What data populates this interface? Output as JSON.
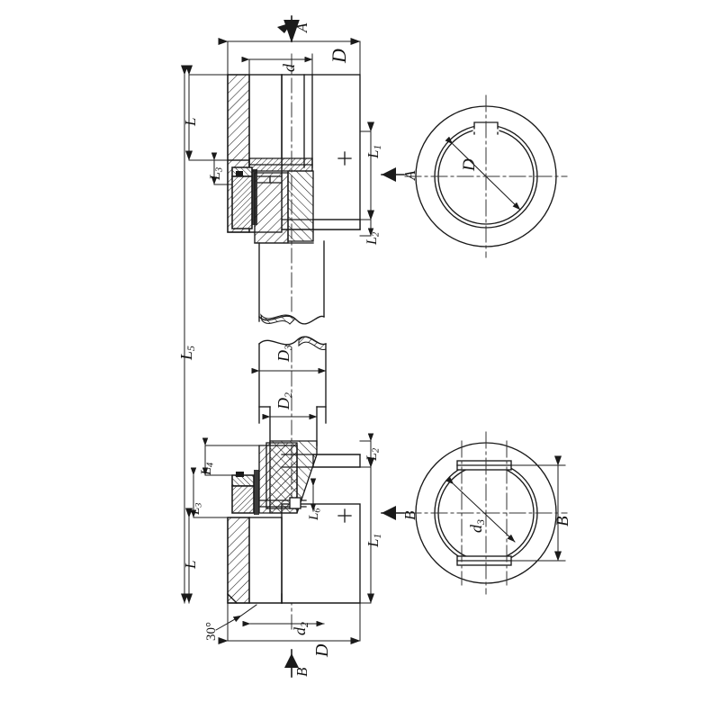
{
  "drawing": {
    "title": "Shaft coupling assembly cross-section drawing",
    "line_color": "#1a1a1a",
    "hatch_color": "#1a1a1a",
    "centerline_color": "#333333",
    "background": "#ffffff"
  },
  "section_marks": {
    "top_arrow_label": "A",
    "right_arrow_label": "A",
    "bottom_arrow_label": "B",
    "left_arrow_label": "B"
  },
  "dimensions": {
    "top": [
      {
        "id": "dim-D-top",
        "label": "D",
        "base": "D",
        "sub": ""
      },
      {
        "id": "dim-d-top",
        "label": "d",
        "base": "d",
        "sub": ""
      }
    ],
    "left_upper": [
      {
        "id": "dim-L-upper",
        "label": "L",
        "base": "L",
        "sub": ""
      },
      {
        "id": "dim-L3-upper",
        "label": "L3",
        "base": "L",
        "sub": "3"
      }
    ],
    "right_upper": [
      {
        "id": "dim-L1-upper",
        "label": "L1",
        "base": "L",
        "sub": "1"
      },
      {
        "id": "dim-L2-upper",
        "label": "L2",
        "base": "L",
        "sub": "2"
      }
    ],
    "left_overall": [
      {
        "id": "dim-L5",
        "label": "L5",
        "base": "L",
        "sub": "5"
      }
    ],
    "middle": [
      {
        "id": "dim-D3",
        "label": "D3",
        "base": "D",
        "sub": "3"
      },
      {
        "id": "dim-D2",
        "label": "D2",
        "base": "D",
        "sub": "2"
      }
    ],
    "left_lower": [
      {
        "id": "dim-L4-lower",
        "label": "L4",
        "base": "L",
        "sub": "4"
      },
      {
        "id": "dim-L3-lower",
        "label": "L3",
        "base": "L",
        "sub": "3"
      },
      {
        "id": "dim-L-lower",
        "label": "L",
        "base": "L",
        "sub": ""
      }
    ],
    "right_lower": [
      {
        "id": "dim-L2-lower",
        "label": "L2",
        "base": "L",
        "sub": "2"
      },
      {
        "id": "dim-L1-lower",
        "label": "L1",
        "base": "L",
        "sub": "1"
      }
    ],
    "inner_lower": [
      {
        "id": "dim-L6",
        "label": "L6",
        "base": "L",
        "sub": "6"
      }
    ],
    "bottom": [
      {
        "id": "dim-angle-30",
        "label": "30°",
        "base": "30°",
        "sub": ""
      },
      {
        "id": "dim-d2-bottom",
        "label": "d2",
        "base": "d",
        "sub": "2"
      },
      {
        "id": "dim-D-bottom",
        "label": "D",
        "base": "D",
        "sub": ""
      }
    ]
  },
  "end_views": {
    "upper": {
      "name": "section-A-A",
      "label": "A",
      "diameter_label": "D",
      "diameter_base": "D",
      "diameter_sub": "",
      "keyways": 1
    },
    "lower": {
      "name": "section-B-B",
      "label": "B",
      "diameter_label": "d3",
      "diameter_base": "d",
      "diameter_sub": "3",
      "width_label": "B",
      "width_base": "B",
      "width_sub": "",
      "keyways": 2
    }
  }
}
